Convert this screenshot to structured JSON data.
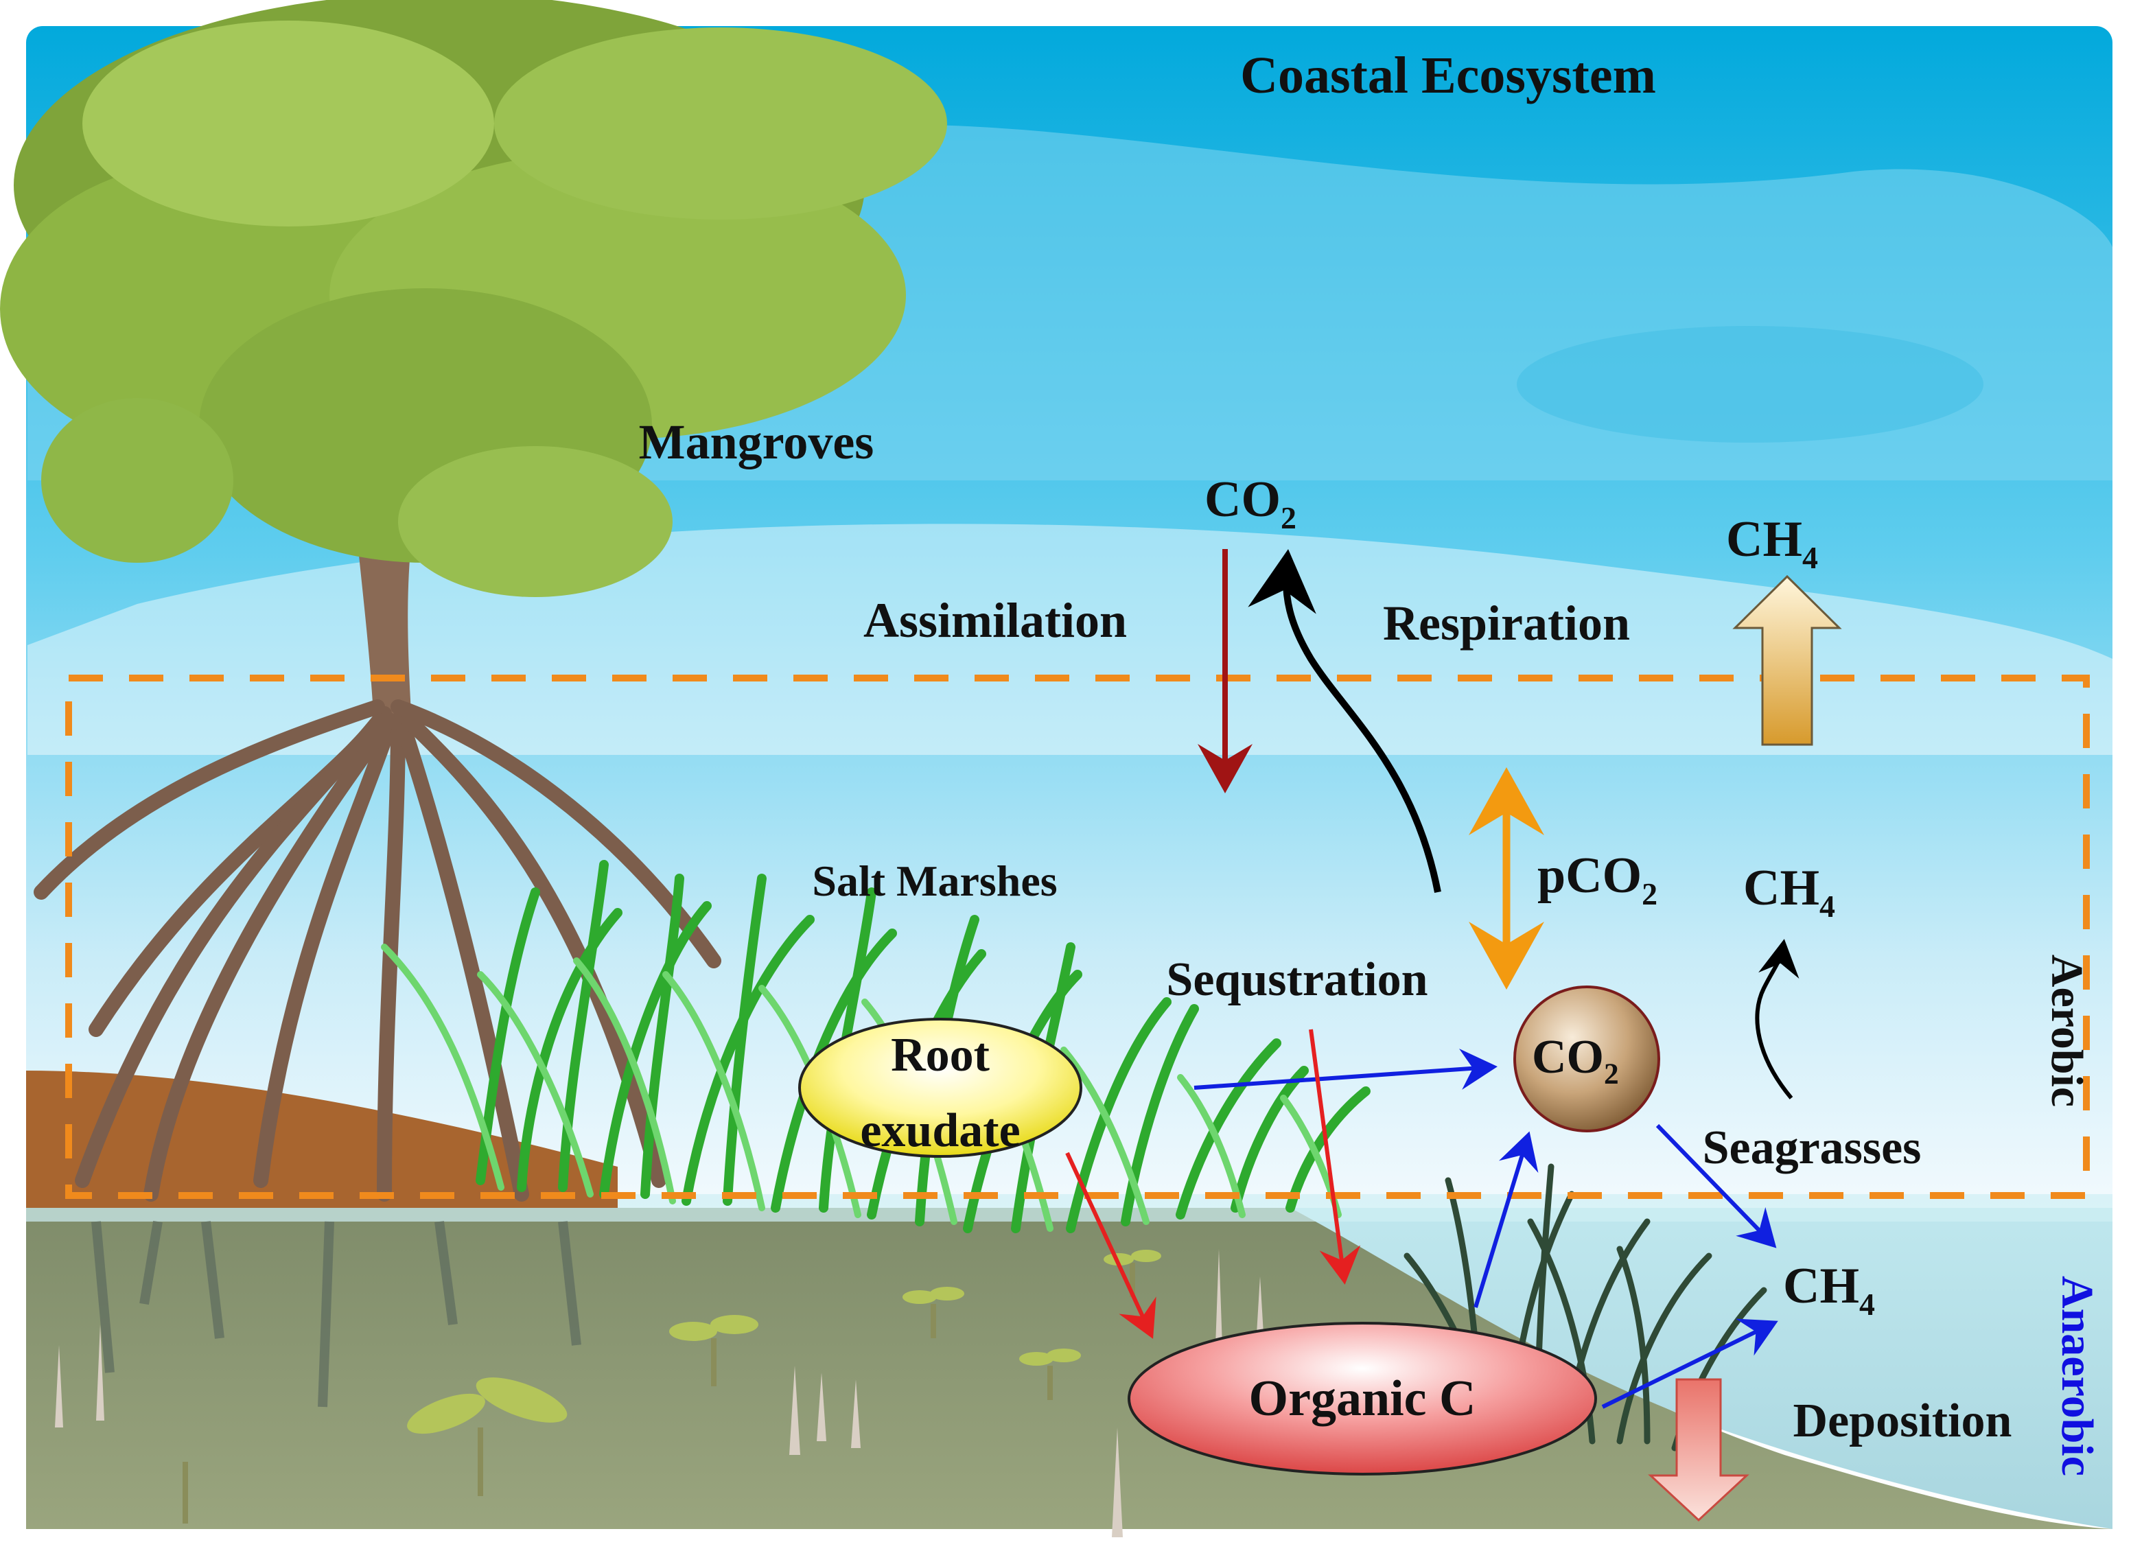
{
  "title": "Coastal Ecosystem",
  "labels": {
    "mangroves": "Mangroves",
    "assimilation": "Assimilation",
    "respiration": "Respiration",
    "salt_marshes": "Salt Marshes",
    "sequestration": "Sequstration",
    "root_exudate_line1": "Root",
    "root_exudate_line2": "exudate",
    "seagrasses": "Seagrasses",
    "organic_c": "Organic C",
    "deposition": "Deposition",
    "aerobic": "Aerobic",
    "anaerobic": "Anaerobic"
  },
  "chemicals": {
    "co2_main": "CO",
    "co2_main_sub": "2",
    "ch4_top": "CH",
    "ch4_top_sub": "4",
    "pco2_main": "pCO",
    "pco2_sub": "2",
    "ch4_mid": "CH",
    "ch4_mid_sub": "4",
    "co2_bubble": "CO",
    "co2_bubble_sub": "2",
    "ch4_bottom": "CH",
    "ch4_bottom_sub": "4"
  },
  "colors": {
    "sky_deep": "#00b0e0",
    "sky_light": "#bfeaf7",
    "dashed_border": "#f08a1c",
    "arrow_dark_red": "#a01414",
    "arrow_red": "#e52020",
    "arrow_blue": "#1020e0",
    "arrow_orange": "#f39a10",
    "arrow_black": "#000000",
    "anaerobic_text": "#1010e0"
  }
}
